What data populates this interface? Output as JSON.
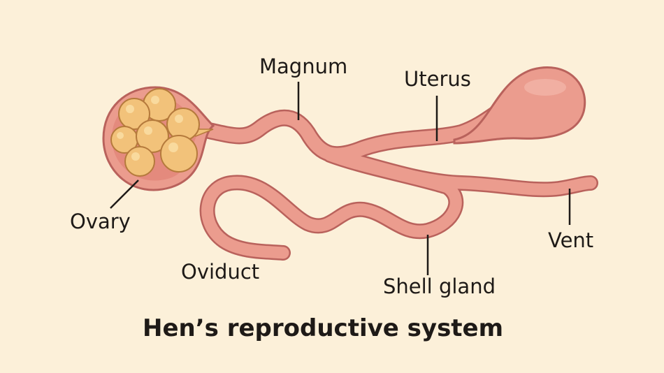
{
  "title": "Hen’s reproductive system",
  "labels": {
    "magnum": "Magnum",
    "uterus": "Uterus",
    "ovary": "Ovary",
    "oviduct": "Oviduct",
    "shell_gland": "Shell gland",
    "vent": "Vent"
  },
  "colors": {
    "background": "#fcf0d9",
    "tube": "#eb9c8e",
    "tube_outline": "#b9625c",
    "follicle": "#f2c27a",
    "follicle_outline": "#b57a3c"
  }
}
